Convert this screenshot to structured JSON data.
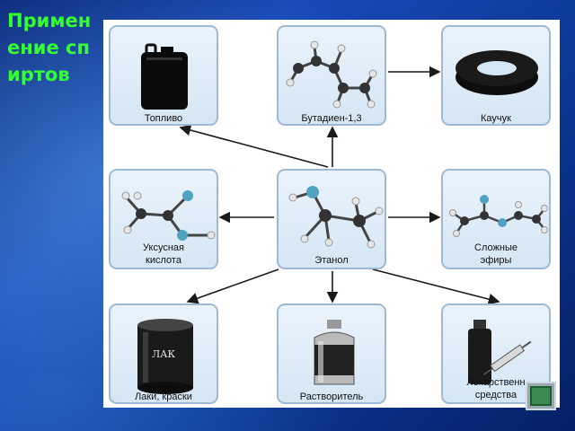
{
  "slide": {
    "title": "Применение спиртов"
  },
  "diagram": {
    "center": "Этанол",
    "nodes": {
      "fuel": "Топливо",
      "butadiene": "Бутадиен-1,3",
      "rubber": "Каучук",
      "acetic_acid_line1": "Уксусная",
      "acetic_acid_line2": "кислота",
      "ethanol": "Этанол",
      "esters_line1": "Сложные",
      "esters_line2": "эфиры",
      "varnish": "Лаки, краски",
      "solvent": "Растворитель",
      "medicine_line1": "Лекарственн",
      "medicine_line2": "средства"
    },
    "varnish_can_text": "ЛАК"
  },
  "colors": {
    "title": "#33ff33",
    "box_border": "#9fb8d4",
    "arrow": "#1a1a1a"
  }
}
